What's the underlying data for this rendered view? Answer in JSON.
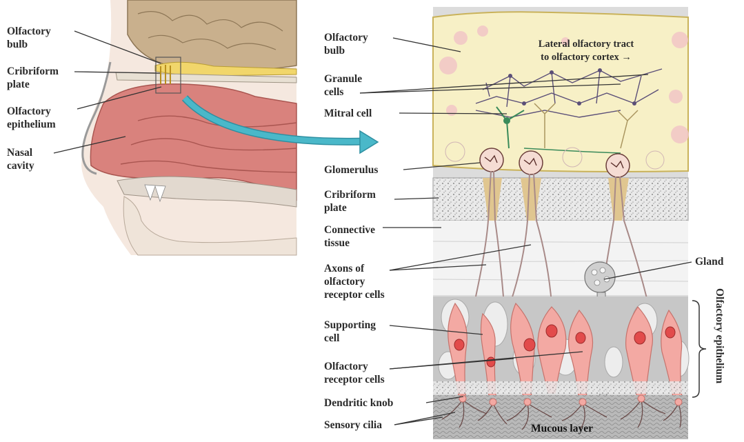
{
  "left_labels": {
    "olfactory_bulb": "Olfactory\nbulb",
    "cribriform_plate": "Cribriform\nplate",
    "olfactory_epithelium": "Olfactory\nepithelium",
    "nasal_cavity": "Nasal\ncavity"
  },
  "right_labels": {
    "olfactory_bulb": "Olfactory\nbulb",
    "granule_cells": "Granule\ncells",
    "mitral_cell": "Mitral cell",
    "glomerulus": "Glomerulus",
    "cribriform_plate": "Cribriform\nplate",
    "connective_tissue": "Connective\ntissue",
    "axons": "Axons of\nolfactory\nreceptor cells",
    "supporting_cell": "Supporting\ncell",
    "receptor_cells": "Olfactory\nreceptor cells",
    "dendritic_knob": "Dendritic knob",
    "sensory_cilia": "Sensory cilia"
  },
  "inside_labels": {
    "lateral_tract": "Lateral olfactory tract\nto olfactory cortex →",
    "mucous_layer": "Mucous layer"
  },
  "side_labels": {
    "gland": "Gland",
    "olfactory_epithelium_vertical": "Olfactory epithelium"
  },
  "colors": {
    "bulb_fill": "#f7f0c6",
    "neuron": "#5b4f78",
    "receptor_cell": "#f3a9a3",
    "cavity": "#d9827d",
    "arrow": "#4ab8c9",
    "bone": "#d5d5d5",
    "cribriform": "#e5e5e5"
  }
}
